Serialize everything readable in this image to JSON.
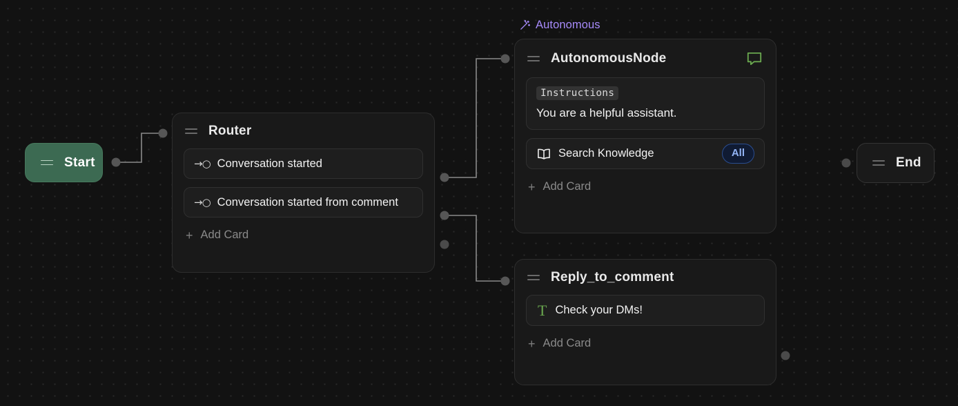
{
  "canvas": {
    "background_color": "#121212",
    "dot_color": "#2a2a2a"
  },
  "group": {
    "label": "Autonomous",
    "icon": "magic-wand-icon",
    "color": "#a78bfa"
  },
  "start_node": {
    "label": "Start",
    "color": "#3c6a52",
    "grip_icon": "drag-handle-icon"
  },
  "end_node": {
    "label": "End",
    "color": "#1a1a1a",
    "grip_icon": "drag-handle-icon"
  },
  "router_node": {
    "title": "Router",
    "grip_icon": "drag-handle-icon",
    "cards": [
      {
        "icon": "route-arrow-icon",
        "glyph": "→○",
        "label": "Conversation started"
      },
      {
        "icon": "route-arrow-icon",
        "glyph": "→○",
        "label": "Conversation started from comment"
      }
    ],
    "add_card": {
      "label": "Add Card",
      "glyph": "+"
    }
  },
  "autonomous_node": {
    "title": "AutonomousNode",
    "grip_icon": "drag-handle-icon",
    "head_action_icon": "chat-bubble-icon",
    "head_action_color": "#6aa84f",
    "instructions_card": {
      "chip": "Instructions",
      "text": "You are a helpful assistant."
    },
    "knowledge_card": {
      "icon": "book-icon",
      "label": "Search Knowledge",
      "badge": "All",
      "badge_color": "#93b4f5"
    },
    "add_card": {
      "label": "Add Card",
      "glyph": "+"
    }
  },
  "reply_node": {
    "title": "Reply_to_comment",
    "grip_icon": "drag-handle-icon",
    "text_card": {
      "icon": "text-type-icon",
      "glyph": "T",
      "glyph_color": "#6aa84f",
      "label": "Check your DMs!"
    },
    "add_card": {
      "label": "Add Card",
      "glyph": "+"
    }
  }
}
